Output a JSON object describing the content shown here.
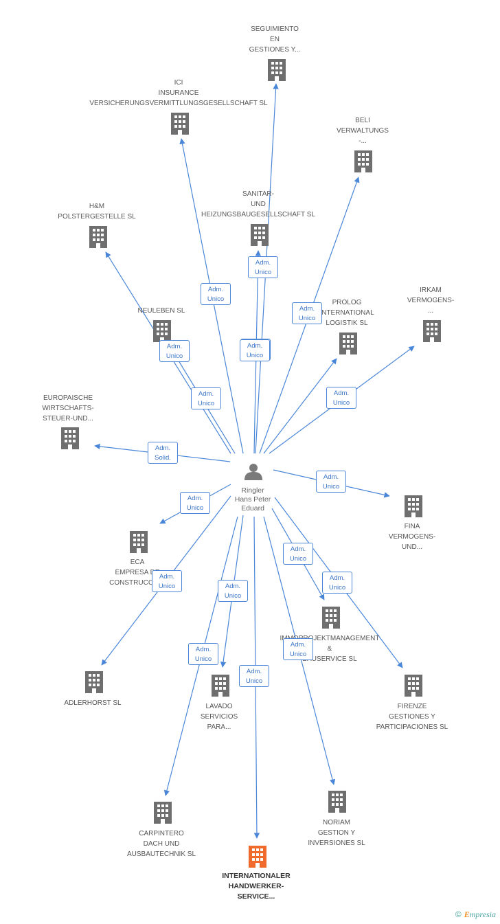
{
  "colors": {
    "edge": "#4a86d8",
    "company": "#6f6f6f",
    "focus_company": "#f06a2c",
    "person": "#7a7a7a"
  },
  "person": {
    "icon": "person-icon",
    "lines": [
      "Ringler",
      "Hans Peter",
      "Eduard"
    ]
  },
  "nodes": [
    {
      "id": "seguimiento",
      "lines": [
        "SEGUIMIENTO",
        "EN",
        "GESTIONES Y..."
      ],
      "icon": "building-icon"
    },
    {
      "id": "ici",
      "lines": [
        "ICI",
        "INSURANCE",
        "VERSICHERUNGSVERMITTLUNGSGESELLSCHAFT SL"
      ],
      "icon": "building-icon"
    },
    {
      "id": "beli",
      "lines": [
        "BELI",
        "VERWALTUNGS",
        "-..."
      ],
      "icon": "building-icon"
    },
    {
      "id": "sanitar",
      "lines": [
        "SANITAR-",
        "UND",
        "HEIZUNGSBAUGESELLSCHAFT SL"
      ],
      "icon": "building-icon"
    },
    {
      "id": "hm",
      "lines": [
        "H&M",
        "POLSTERGESTELLE SL"
      ],
      "icon": "building-icon"
    },
    {
      "id": "neuleben",
      "lines": [
        "NEULEBEN  SL"
      ],
      "icon": "building-icon"
    },
    {
      "id": "prolog",
      "lines": [
        "PROLOG",
        "INTERNATIONAL",
        "LOGISTIK SL"
      ],
      "icon": "building-icon"
    },
    {
      "id": "irkam",
      "lines": [
        "IRKAM",
        "VERMOGENS-",
        "..."
      ],
      "icon": "building-icon"
    },
    {
      "id": "europaische",
      "lines": [
        "EUROPAISCHE",
        "WIRTSCHAFTS-",
        "STEUER-UND..."
      ],
      "icon": "building-icon"
    },
    {
      "id": "fina",
      "lines": [
        "FINA",
        "VERMOGENS-",
        "UND..."
      ],
      "icon": "building-icon"
    },
    {
      "id": "eca",
      "lines": [
        "ECA",
        "EMPRESA DE",
        "CONSTRUCCION"
      ],
      "icon": "building-icon"
    },
    {
      "id": "immo",
      "lines": [
        "IMMOPROJEKTMANAGEMENT",
        "&",
        "BAUSERVICE SL"
      ],
      "icon": "building-icon"
    },
    {
      "id": "adlerhorst",
      "lines": [
        "ADLERHORST SL"
      ],
      "icon": "building-icon"
    },
    {
      "id": "lavado",
      "lines": [
        "LAVADO",
        "SERVICIOS",
        "PARA..."
      ],
      "icon": "building-icon"
    },
    {
      "id": "firenze",
      "lines": [
        "FIRENZE",
        "GESTIONES Y",
        "PARTICIPACIONES SL"
      ],
      "icon": "building-icon"
    },
    {
      "id": "carpintero",
      "lines": [
        "CARPINTERO",
        "DACH UND",
        "AUSBAUTECHNIK SL"
      ],
      "icon": "building-icon"
    },
    {
      "id": "noriam",
      "lines": [
        "NORIAM",
        "GESTION Y",
        "INVERSIONES SL"
      ],
      "icon": "building-icon"
    },
    {
      "id": "internationaler",
      "lines": [
        "INTERNATIONALER",
        "HANDWERKER-",
        "SERVICE..."
      ],
      "icon": "building-icon",
      "focus": true
    }
  ],
  "edge_roles": [
    [
      "Adm.",
      "Unico"
    ],
    [
      "Adm.",
      "Unico"
    ],
    [
      "Adm.",
      "Unico"
    ],
    [
      "Adm.",
      "Unico"
    ],
    [
      "Adm.",
      "Unico"
    ],
    [
      "Adm.",
      "Unico"
    ],
    [
      "Adm.",
      "Unico"
    ],
    [
      "Adm.",
      "Unico"
    ],
    [
      "Adm.",
      "Solid."
    ],
    [
      "Adm.",
      "Unico"
    ],
    [
      "Adm.",
      "Unico"
    ],
    [
      "Adm.",
      "Unico"
    ],
    [
      "Adm.",
      "Unico"
    ],
    [
      "Adm.",
      "Unico"
    ],
    [
      "Adm.",
      "Unico"
    ],
    [
      "Adm.",
      "Unico"
    ],
    [
      "Adm.",
      "Unico"
    ],
    [
      "Adm.",
      "Unico"
    ]
  ],
  "footer": {
    "copyright": "©",
    "brand_first": "E",
    "brand_rest": "mpresia"
  }
}
